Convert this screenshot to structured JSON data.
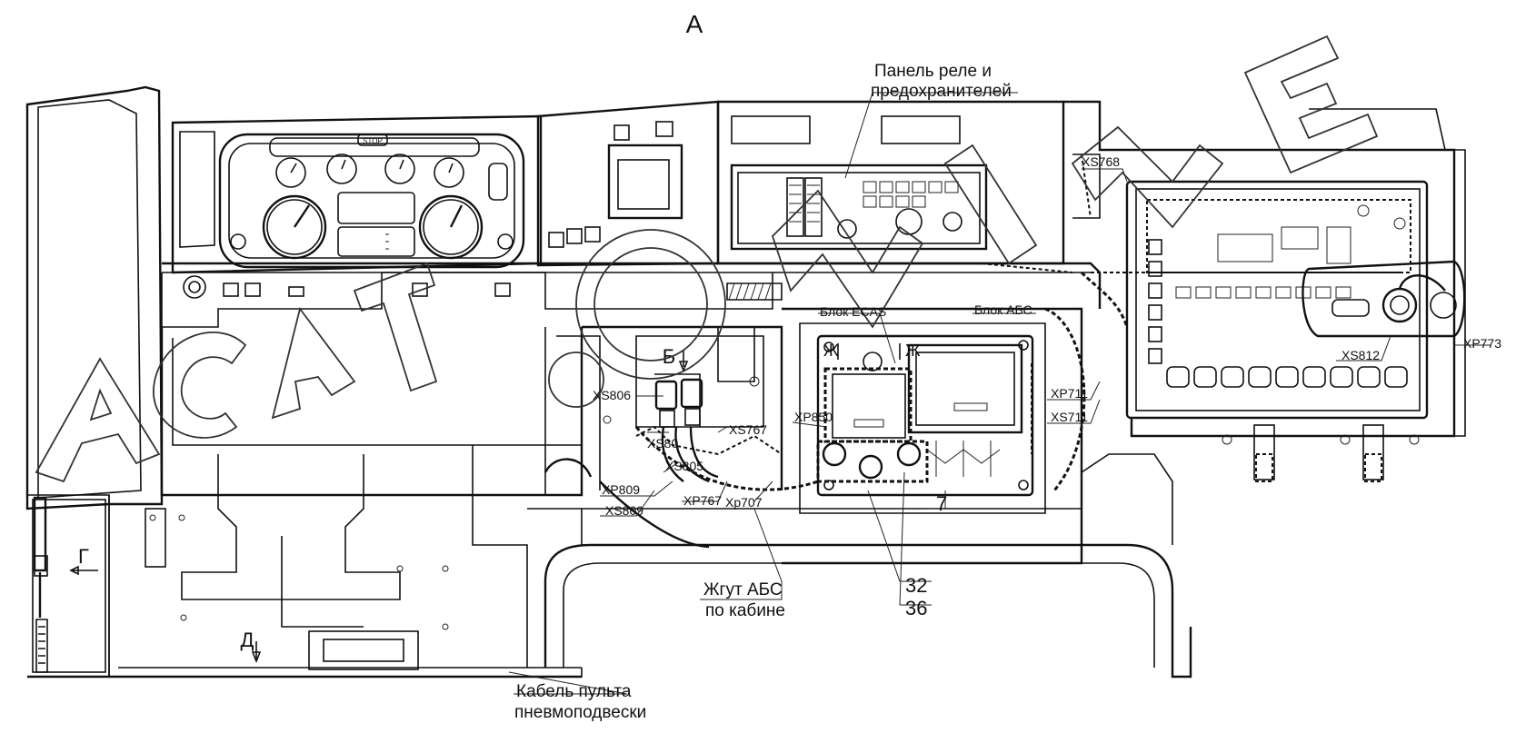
{
  "view_letter": "А",
  "watermark": "ACAT ONLINE",
  "callouts": {
    "relay_panel": [
      "Панель реле и",
      "предохранителей"
    ],
    "ecas_block": "Блок ECAS",
    "abs_block": "Блок АБС",
    "abs_harness": [
      "Жгут АБС",
      "по кабине"
    ],
    "air_suspension_cable": [
      "Кабель пульта",
      "пневмоподвески"
    ],
    "view_b": "Б",
    "view_g": "Г",
    "view_d": "Д",
    "mark_zh_left": "Ж",
    "mark_zh_right": "Ж",
    "stop_label": "STOP"
  },
  "connectors": {
    "xs768": "XS768",
    "xs806": "XS806",
    "xs80x": "XS80",
    "xs805": "XS805",
    "xs767": "XS767",
    "xp850": "XP850",
    "xp809": "XP809",
    "xs809": "XS809",
    "xp767": "XP767",
    "xp707": "Xp707",
    "xp711": "XP711",
    "xs711": "XS711",
    "xs812": "XS812",
    "xp773": "XP773"
  },
  "item_numbers": {
    "n7": "7",
    "n32": "32",
    "n36": "36"
  },
  "colors": {
    "line": "#111111",
    "background": "#ffffff",
    "watermark": "#333333"
  }
}
